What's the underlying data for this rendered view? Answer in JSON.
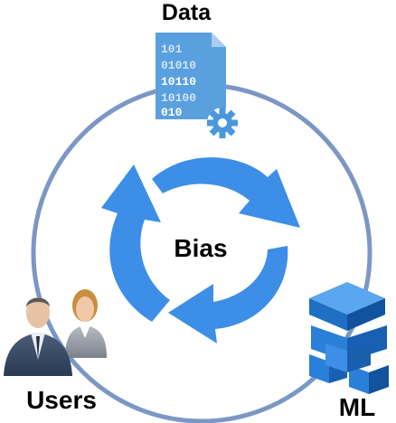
{
  "labels": {
    "data": "Data",
    "bias": "Bias",
    "users": "Users",
    "ml": "ML"
  },
  "data_icon": {
    "icon": "binary-document-gear-icon",
    "rows": [
      "101",
      "01010",
      "10110",
      "10100",
      "010"
    ]
  },
  "users_icon": {
    "icon": "users-icon"
  },
  "ml_icon": {
    "icon": "stacked-cubes-icon"
  },
  "cycle": {
    "icon": "three-arrow-cycle-icon"
  },
  "colors": {
    "ring": "#7b97c4",
    "arrow": "#3d8ee6",
    "doc": "#5aa0de",
    "ml": "#1f6fc4",
    "text": "#000000"
  }
}
